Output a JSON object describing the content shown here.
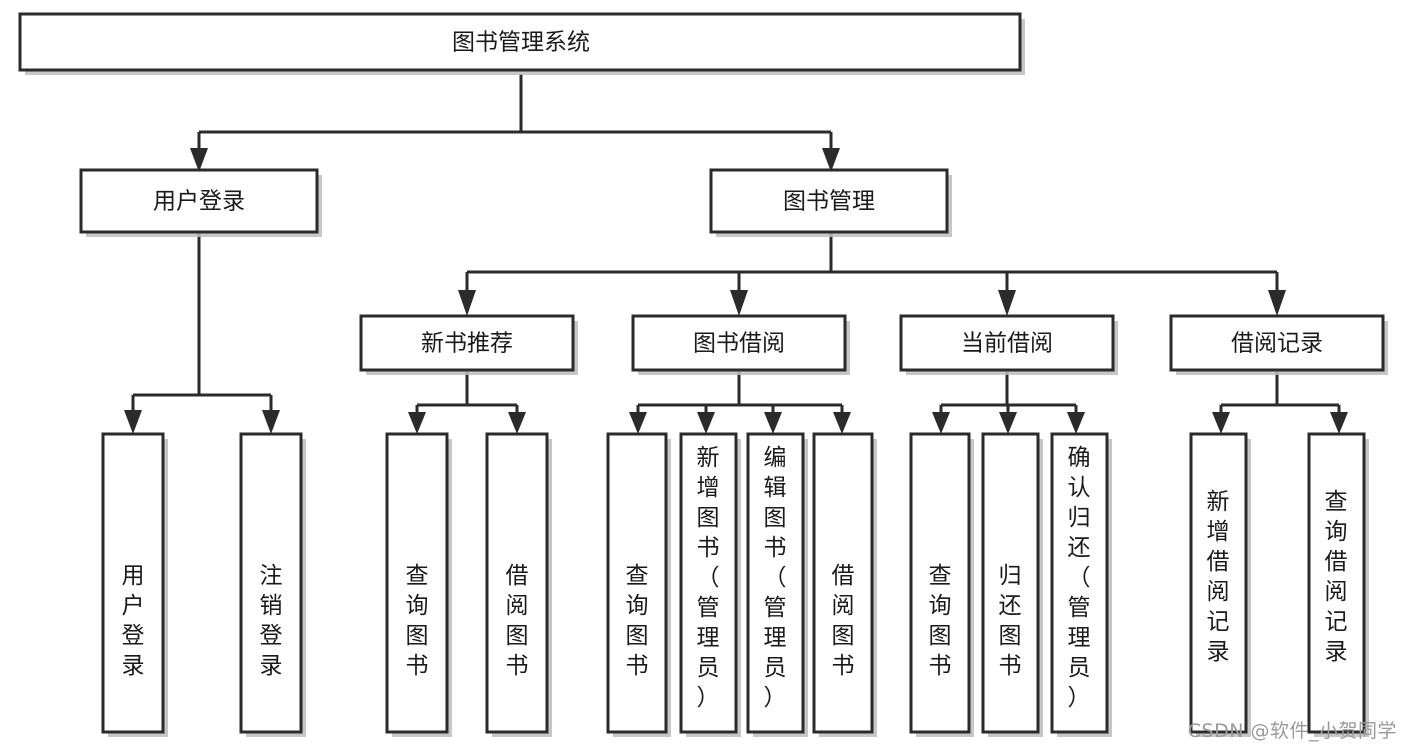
{
  "diagram": {
    "title": "图书管理系统",
    "type": "hierarchy-tree",
    "watermark": "CSDN @软件_小贺同学",
    "colors": {
      "box_stroke": "#2b2b2b",
      "box_fill": "#ffffff",
      "text": "#1a1a1a",
      "shadow": "#bdbdbd",
      "watermark": "#9a9a9a"
    },
    "root": {
      "id": "root",
      "label": "图书管理系统"
    },
    "level2": [
      {
        "id": "user-login",
        "label": "用户登录"
      },
      {
        "id": "book-management",
        "label": "图书管理"
      }
    ],
    "level3": [
      {
        "id": "new-book-recommend",
        "label": "新书推荐",
        "parent": "book-management"
      },
      {
        "id": "book-borrow",
        "label": "图书借阅",
        "parent": "book-management"
      },
      {
        "id": "current-borrow",
        "label": "当前借阅",
        "parent": "book-management"
      },
      {
        "id": "borrow-record",
        "label": "借阅记录",
        "parent": "book-management"
      }
    ],
    "leaves": {
      "user-login": [
        {
          "id": "leaf-user-login",
          "label": "用户登录"
        },
        {
          "id": "leaf-user-logout",
          "label": "注销登录"
        }
      ],
      "new-book-recommend": [
        {
          "id": "leaf-query-book-1",
          "label": "查询图书"
        },
        {
          "id": "leaf-borrow-book-1",
          "label": "借阅图书"
        }
      ],
      "book-borrow": [
        {
          "id": "leaf-query-book-2",
          "label": "查询图书"
        },
        {
          "id": "leaf-add-book",
          "label": "新增图书（管理员）"
        },
        {
          "id": "leaf-edit-book",
          "label": "编辑图书（管理员）"
        },
        {
          "id": "leaf-borrow-book-2",
          "label": "借阅图书"
        }
      ],
      "current-borrow": [
        {
          "id": "leaf-query-book-3",
          "label": "查询图书"
        },
        {
          "id": "leaf-return-book",
          "label": "归还图书"
        },
        {
          "id": "leaf-confirm-return",
          "label": "确认归还（管理员）"
        }
      ],
      "borrow-record": [
        {
          "id": "leaf-add-record",
          "label": "新增借阅记录"
        },
        {
          "id": "leaf-query-record",
          "label": "查询借阅记录"
        }
      ]
    }
  }
}
